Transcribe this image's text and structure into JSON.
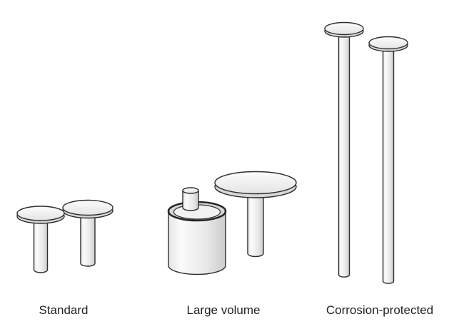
{
  "figure": {
    "type": "illustration-diagram",
    "description_of_shapes": {
      "standard": [
        "small pin stub with disc cap, short",
        "small pin stub with disc cap, taller"
      ],
      "large_volume": [
        "open cylindrical cup with inner peg",
        "large pin stub with wide disc cap"
      ],
      "corrosion_protected": [
        "long thin pin stub, tall",
        "long thin pin stub, slightly shorter"
      ]
    },
    "colors": {
      "background": "#ffffff",
      "outline": "#2e2e2e",
      "fill_light": "#fbfbfb",
      "fill_mid": "#e9e9e9",
      "fill_dark": "#cfcfcf",
      "rim_fill": "#d7d7d7",
      "text": "#232323"
    },
    "groups": [
      {
        "id": "standard",
        "label": "Standard"
      },
      {
        "id": "large-volume",
        "label": "Large volume"
      },
      {
        "id": "corrosion-protected",
        "label": "Corrosion-protected"
      }
    ]
  }
}
